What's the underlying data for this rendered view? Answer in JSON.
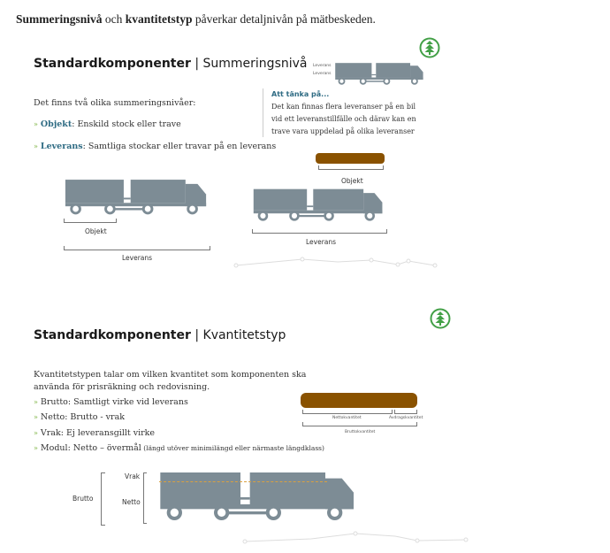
{
  "intro": {
    "bold1": "Summeringsnivå",
    "mid": " och ",
    "bold2": "kvantitetstyp",
    "rest": " påverkar detaljnivån på mätbeskeden."
  },
  "section1": {
    "title_bold": "Standardkomponenter",
    "title_sep": " | ",
    "title_rest": "Summeringsnivå",
    "lead": "Det finns två olika summeringsnivåer:",
    "items": [
      {
        "term": "Objekt",
        "desc": ": Enskild stock eller trave"
      },
      {
        "term": "Leverans",
        "desc": ": Samtliga stockar eller travar på en leverans"
      }
    ],
    "tip_title": "Att tänka på...",
    "tip_lines": [
      "Det kan finnas flera leveranser på en bil",
      "vid ett leveranstillfälle och därav kan en",
      "trave vara uppdelad på olika leveranser"
    ],
    "small_truck_labels": [
      "Leverans",
      "Leverans"
    ],
    "log_label": "Objekt",
    "truck1_objekt": "Objekt",
    "truck1_leverans": "Leverans",
    "truck2_leverans": "Leverans"
  },
  "section2": {
    "title_bold": "Standardkomponenter",
    "title_sep": " | ",
    "title_rest": "Kvantitetstyp",
    "lead": [
      "Kvantitetstypen talar om vilken kvantitet som komponenten ska",
      "använda för prisräkning och redovisning."
    ],
    "items": [
      {
        "text": "Brutto: Samtligt virke vid leverans"
      },
      {
        "text": "Netto: Brutto - vrak"
      },
      {
        "text": "Vrak: Ej leveransgillt virke"
      },
      {
        "text": "Modul: Netto – övermål",
        "note": " (längd utöver minimilängd eller närmaste längdklass)"
      }
    ],
    "log_labels": {
      "netto": "Nettokvantitet",
      "avdrag": "Avdragskvantitet",
      "brutto": "Bruttokvantitet"
    },
    "truck_labels": {
      "brutto": "Brutto",
      "vrak": "Vrak",
      "netto": "Netto"
    }
  },
  "colors": {
    "accent": "#2e6b83",
    "green": "#43a047",
    "truck": "#7d8c95",
    "log": "#8a5200"
  }
}
